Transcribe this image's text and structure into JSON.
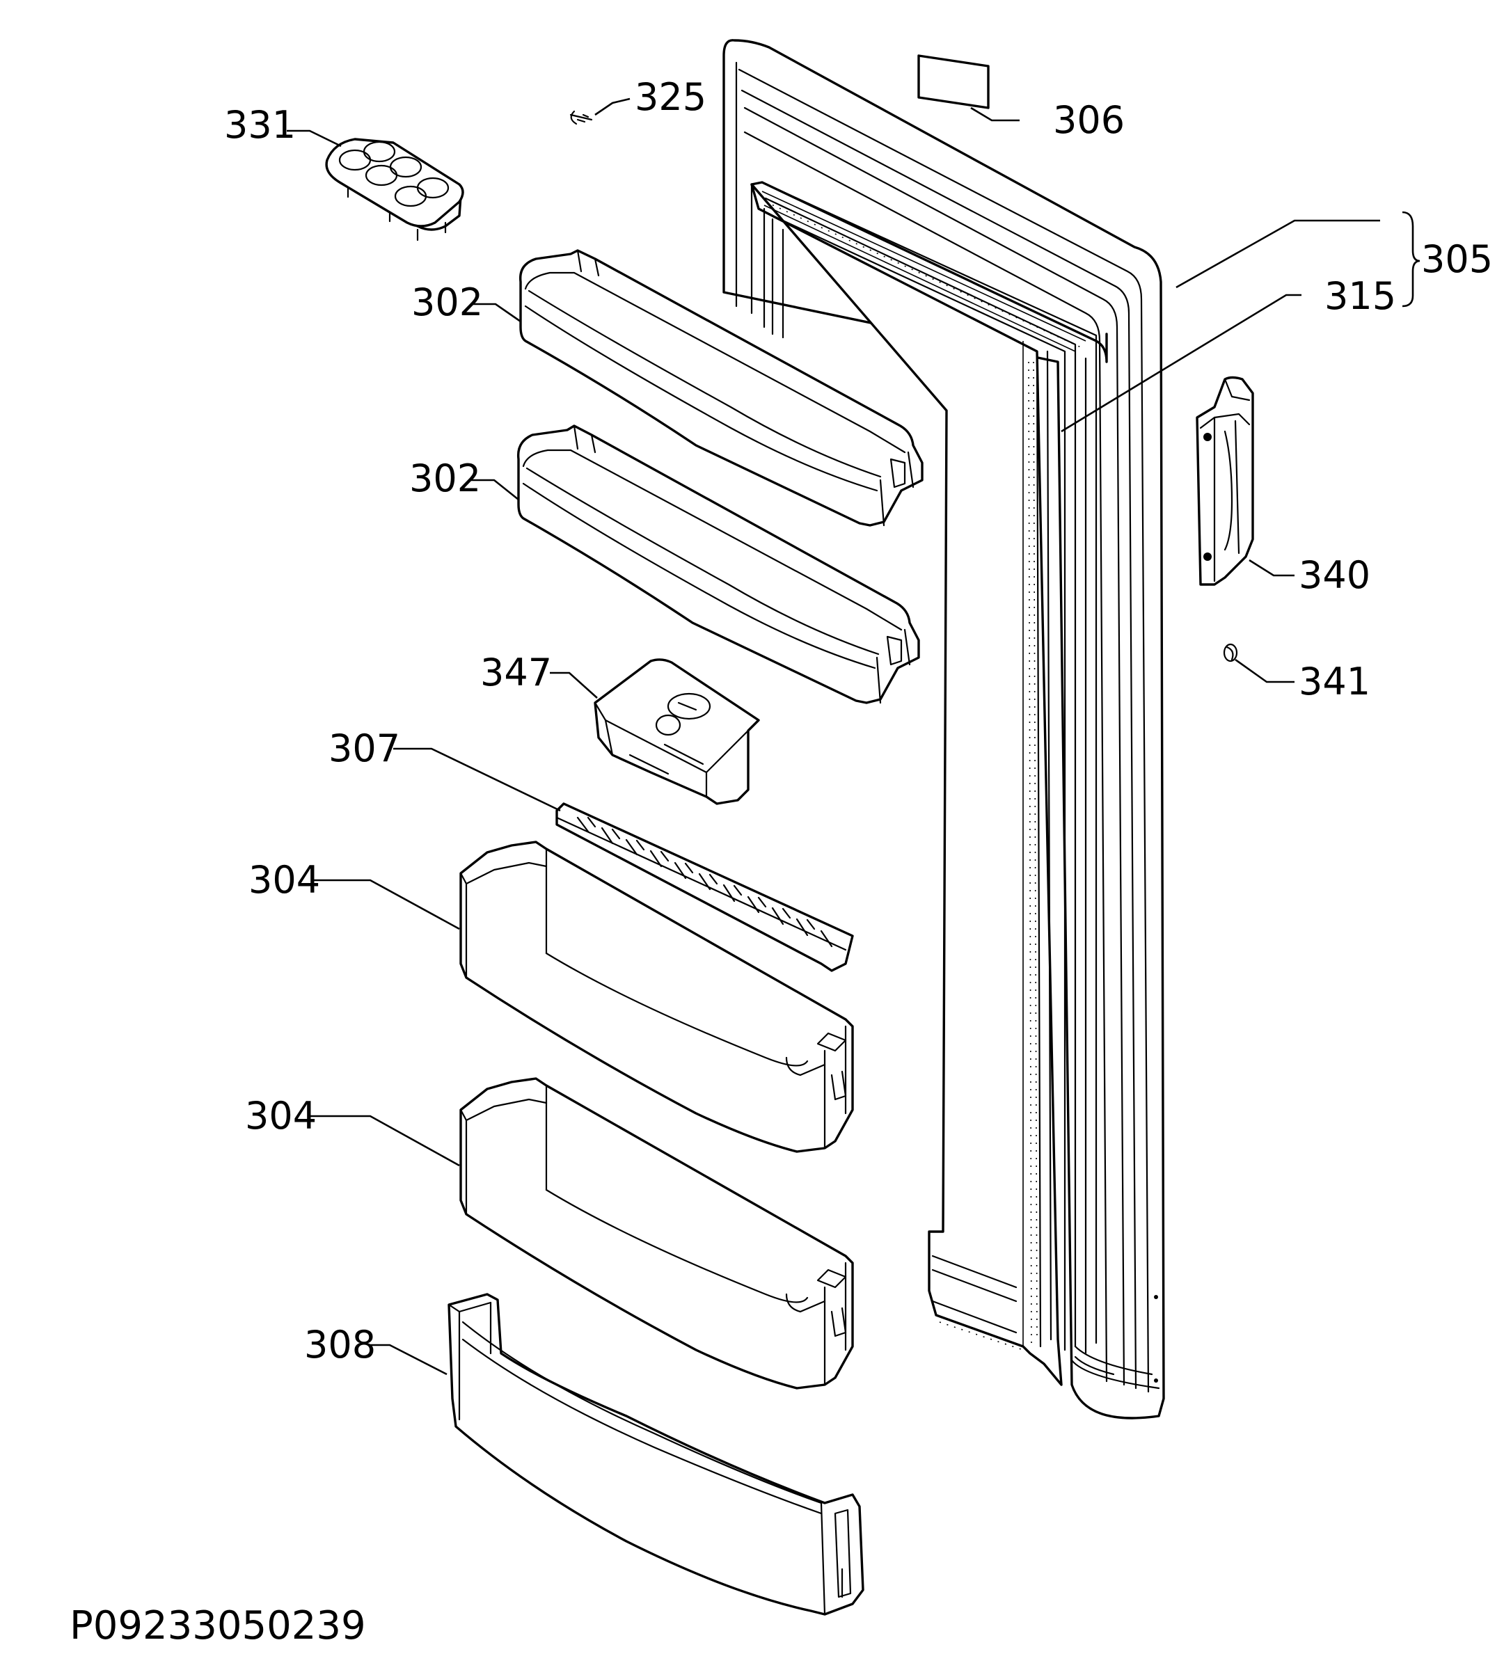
{
  "labels": {
    "p331": "331",
    "p325": "325",
    "p306": "306",
    "p305": "305",
    "p315": "315",
    "p302a": "302",
    "p302b": "302",
    "p340": "340",
    "p341": "341",
    "p347": "347",
    "p307": "307",
    "p304a": "304",
    "p304b": "304",
    "p308": "308"
  },
  "drawing_code": "P09233050239"
}
